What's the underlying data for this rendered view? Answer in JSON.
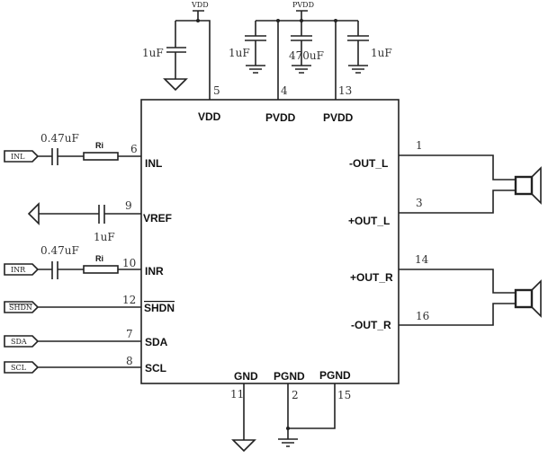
{
  "power": {
    "vdd_label": "VDD",
    "pvdd_label": "PVDD"
  },
  "caps": {
    "vdd_cap": "1uF",
    "pvdd_cap1": "1uF",
    "pvdd_cap2": "470uF",
    "pvdd_cap3": "1uF",
    "inl_cap": "0.47uF",
    "inr_cap": "0.47uF",
    "vref_cap": "1uF"
  },
  "resistors": {
    "inl": "Ri",
    "inr": "Ri"
  },
  "ports": {
    "inl": "INL",
    "inr": "INR",
    "shdn": "SHDN",
    "sda": "SDA",
    "scl": "SCL"
  },
  "chip": {
    "top_pins": [
      {
        "num": "5",
        "name": "VDD"
      },
      {
        "num": "4",
        "name": "PVDD"
      },
      {
        "num": "13",
        "name": "PVDD"
      }
    ],
    "left_pins": [
      {
        "num": "6",
        "name": "INL"
      },
      {
        "num": "9",
        "name": "VREF"
      },
      {
        "num": "10",
        "name": "INR"
      },
      {
        "num": "12",
        "name": "SHDN"
      },
      {
        "num": "7",
        "name": "SDA"
      },
      {
        "num": "8",
        "name": "SCL"
      }
    ],
    "right_pins": [
      {
        "num": "1",
        "name": "-OUT_L"
      },
      {
        "num": "3",
        "name": "+OUT_L"
      },
      {
        "num": "14",
        "name": "+OUT_R"
      },
      {
        "num": "16",
        "name": "-OUT_R"
      }
    ],
    "bottom_pins": [
      {
        "num": "11",
        "name": "GND"
      },
      {
        "num": "2",
        "name": "PGND"
      },
      {
        "num": "15",
        "name": "PGND"
      }
    ]
  }
}
